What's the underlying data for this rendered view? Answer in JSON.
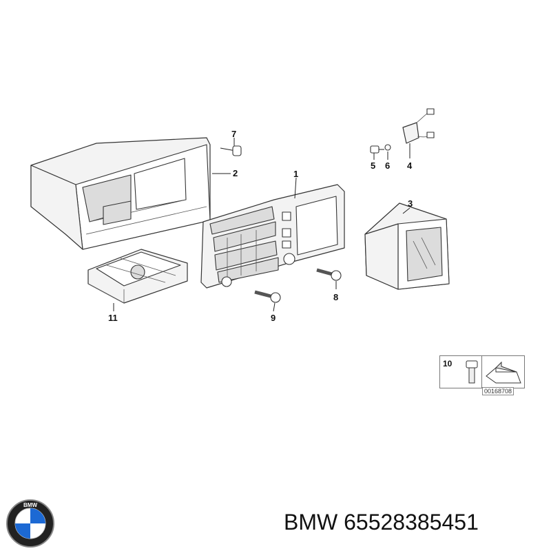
{
  "diagram": {
    "callouts": {
      "c1": "1",
      "c2": "2",
      "c3": "3",
      "c4": "4",
      "c5": "5",
      "c6": "6",
      "c7": "7",
      "c8": "8",
      "c9": "9",
      "c11": "11"
    },
    "legend": {
      "number": "10",
      "code": "00168708"
    }
  },
  "footer": {
    "logo_text": "BMW",
    "part_number": "BMW 65528385451"
  }
}
